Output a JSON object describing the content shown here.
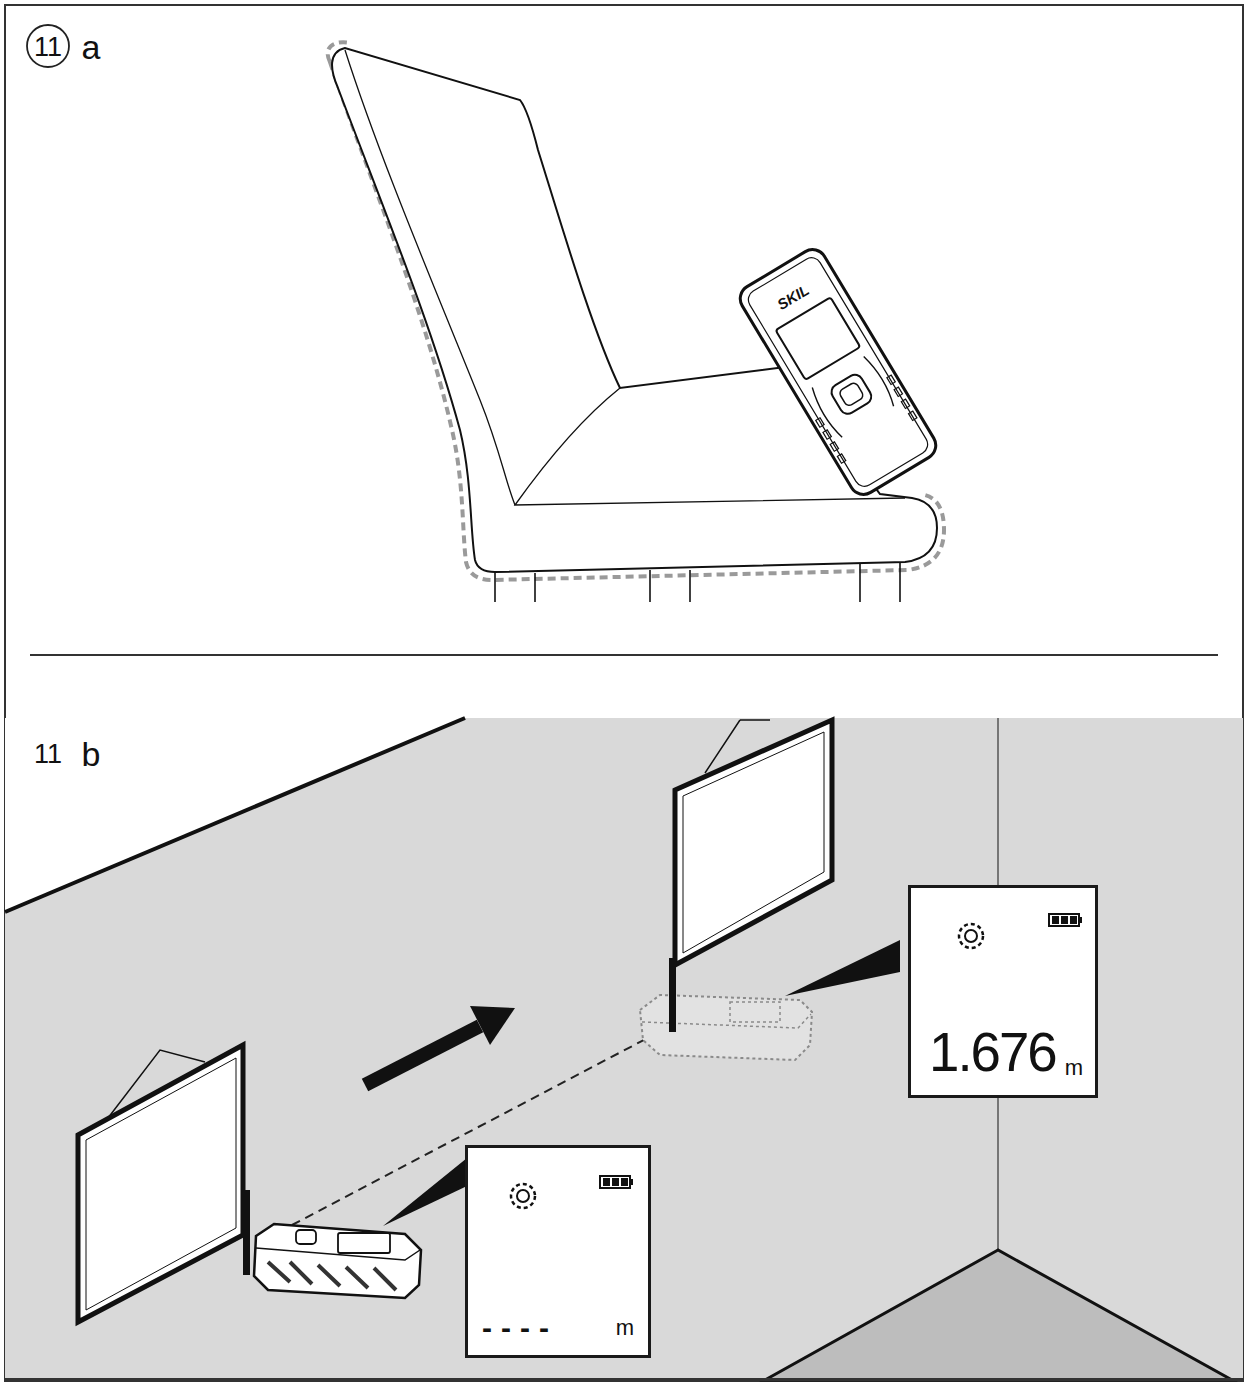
{
  "diagram": {
    "nodes": [
      {
        "text": [
          "1.676",
          "m"
        ]
      },
      {
        "text": [
          "----",
          "m"
        ]
      }
    ],
    "labels": [
      "11",
      "a",
      "11",
      "b",
      "SKIL"
    ]
  }
}
